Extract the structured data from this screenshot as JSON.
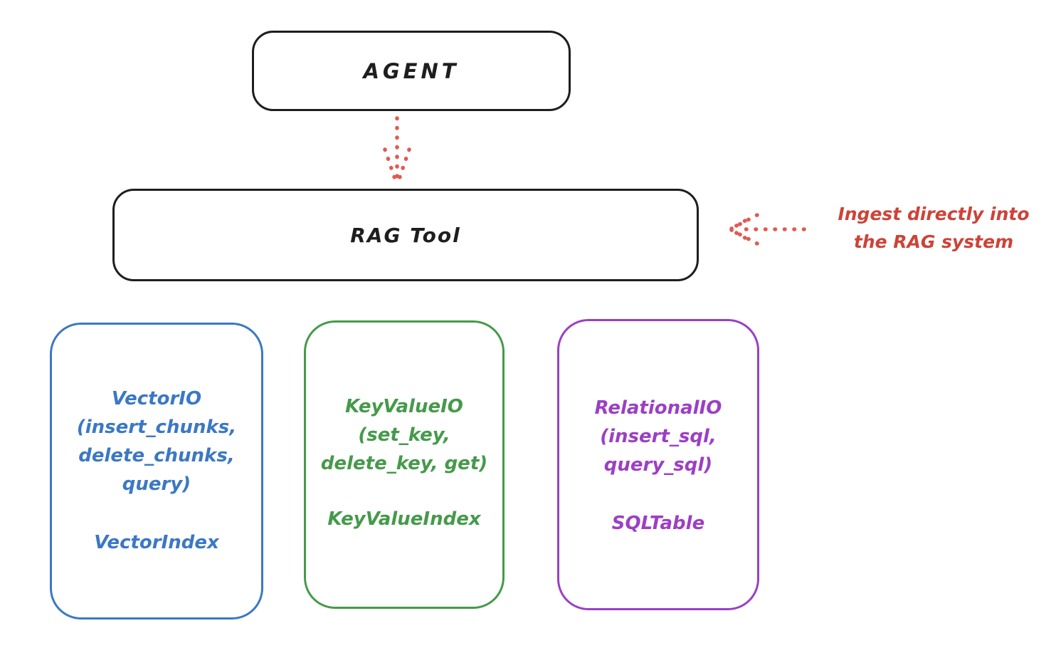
{
  "nodes": {
    "agent": {
      "label": "AGENT"
    },
    "rag_tool": {
      "label": "RAG Tool"
    }
  },
  "annotation": {
    "line1": "Ingest directly into",
    "line2": "the RAG system"
  },
  "io_boxes": [
    {
      "name": "vector-io",
      "lines": [
        "VectorIO",
        "(insert_chunks,",
        "delete_chunks,",
        "query)"
      ],
      "index_label": "VectorIndex",
      "color": "#3b78c4"
    },
    {
      "name": "keyvalue-io",
      "lines": [
        "KeyValueIO",
        "(set_key,",
        "delete_key, get)"
      ],
      "index_label": "KeyValueIndex",
      "color": "#459a4a"
    },
    {
      "name": "relational-io",
      "lines": [
        "RelationalIO",
        "(insert_sql,",
        "query_sql)"
      ],
      "index_label": "SQLTable",
      "color": "#9c3fc4"
    }
  ],
  "icons": {
    "agent_to_rag_arrow": "dotted-arrow-down",
    "ingest_arrow": "dotted-arrow-left"
  },
  "palette": {
    "node_stroke": "#1e1e1e",
    "arrow_red": "#e05a52",
    "annotation_red": "#cd4338",
    "vector_blue": "#3b78c4",
    "keyvalue_green": "#459a4a",
    "relational_purple": "#9c3fc4",
    "background": "#ffffff"
  }
}
